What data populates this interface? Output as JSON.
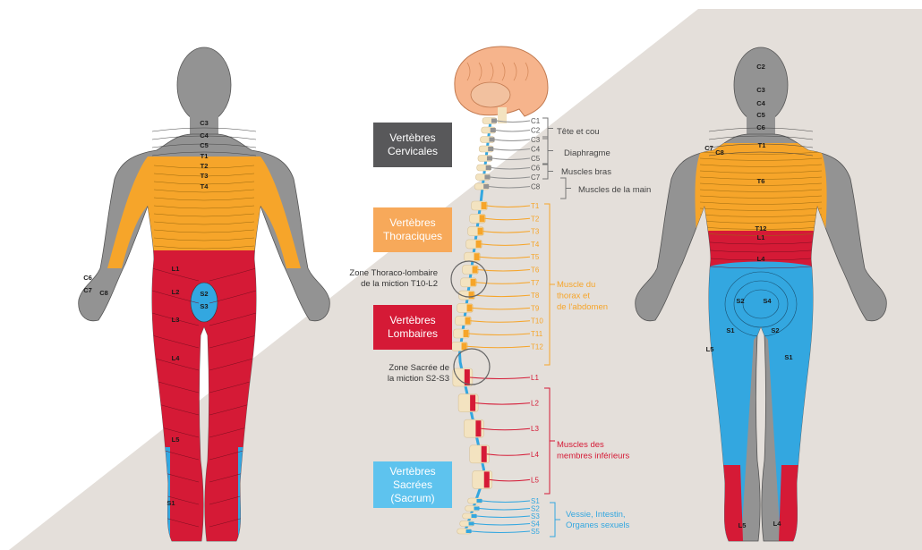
{
  "colors": {
    "cervical": "#939393",
    "thoracic": "#f6a52a",
    "lumbar": "#d51a36",
    "sacral": "#33a7e0",
    "box_cervical": "#58585a",
    "box_thoracic": "#f7a95a",
    "box_lumbar": "#d51a36",
    "box_sacral": "#5ec3ee",
    "background_band": "#e4dfda",
    "bone": "#f3e3c0",
    "brain": "#f6b48c"
  },
  "front_body": {
    "labels": [
      "C3",
      "C4",
      "C5",
      "T1",
      "T2",
      "T3",
      "T4",
      "C6",
      "C7",
      "C8",
      "L1",
      "L2",
      "S2",
      "S3",
      "L3",
      "L4",
      "L5",
      "S1"
    ]
  },
  "back_body": {
    "labels": [
      "C2",
      "C3",
      "C4",
      "C5",
      "C6",
      "C7",
      "C8",
      "T1",
      "T6",
      "T12",
      "L1",
      "L4",
      "S2",
      "S4",
      "S1",
      "S2",
      "L5",
      "S1",
      "L5",
      "L4"
    ]
  },
  "category_boxes": [
    {
      "label": "Vertèbres\nCervicales",
      "color_key": "box_cervical"
    },
    {
      "label": "Vertèbres\nThoraciques",
      "color_key": "box_thoracic"
    },
    {
      "label": "Vertèbres\nLombaires",
      "color_key": "box_lumbar"
    },
    {
      "label": "Vertèbres\nSacrées\n(Sacrum)",
      "color_key": "box_sacral"
    }
  ],
  "vertebrae": [
    {
      "label": "C1",
      "group": "cervical"
    },
    {
      "label": "C2",
      "group": "cervical"
    },
    {
      "label": "C3",
      "group": "cervical"
    },
    {
      "label": "C4",
      "group": "cervical"
    },
    {
      "label": "C5",
      "group": "cervical"
    },
    {
      "label": "C6",
      "group": "cervical"
    },
    {
      "label": "C7",
      "group": "cervical"
    },
    {
      "label": "C8",
      "group": "cervical"
    },
    {
      "label": "T1",
      "group": "thoracic"
    },
    {
      "label": "T2",
      "group": "thoracic"
    },
    {
      "label": "T3",
      "group": "thoracic"
    },
    {
      "label": "T4",
      "group": "thoracic"
    },
    {
      "label": "T5",
      "group": "thoracic"
    },
    {
      "label": "T6",
      "group": "thoracic"
    },
    {
      "label": "T7",
      "group": "thoracic"
    },
    {
      "label": "T8",
      "group": "thoracic"
    },
    {
      "label": "T9",
      "group": "thoracic"
    },
    {
      "label": "T10",
      "group": "thoracic"
    },
    {
      "label": "T11",
      "group": "thoracic"
    },
    {
      "label": "T12",
      "group": "thoracic"
    },
    {
      "label": "L1",
      "group": "lumbar"
    },
    {
      "label": "L2",
      "group": "lumbar"
    },
    {
      "label": "L3",
      "group": "lumbar"
    },
    {
      "label": "L4",
      "group": "lumbar"
    },
    {
      "label": "L5",
      "group": "lumbar"
    },
    {
      "label": "S1",
      "group": "sacral"
    },
    {
      "label": "S2",
      "group": "sacral"
    },
    {
      "label": "S3",
      "group": "sacral"
    },
    {
      "label": "S4",
      "group": "sacral"
    },
    {
      "label": "S5",
      "group": "sacral"
    }
  ],
  "functions": [
    {
      "label": "Tête et cou",
      "group": "cervical"
    },
    {
      "label": "Diaphragme",
      "group": "cervical"
    },
    {
      "label": "Muscles bras",
      "group": "cervical"
    },
    {
      "label": "Muscles de la main",
      "group": "cervical"
    },
    {
      "label": "Muscle du\nthorax et\nde l’abdomen",
      "group": "thoracic"
    },
    {
      "label": "Muscles des\nmembres inférieurs",
      "group": "lumbar"
    },
    {
      "label": "Vessie, Intestin,\nOrganes sexuels",
      "group": "sacral"
    }
  ],
  "zones": [
    {
      "label": "Zone Thoraco-lombaire\nde la miction T10-L2"
    },
    {
      "label": "Zone Sacrée de\nla miction S2-S3"
    }
  ]
}
